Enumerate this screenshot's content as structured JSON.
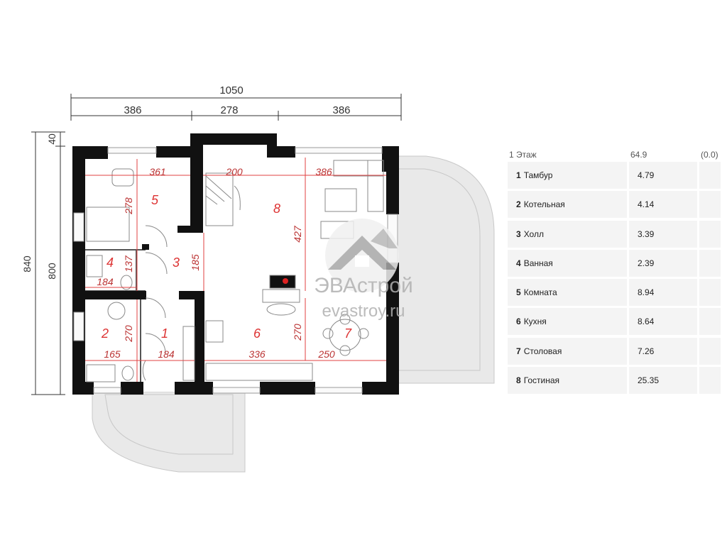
{
  "dimensions": {
    "overall_width": "1050",
    "left_width": "386",
    "middle_width": "278",
    "right_width": "386",
    "overall_depth": "840",
    "inner_depth": "800",
    "offset_top": "40"
  },
  "rooms": [
    {
      "num": "5",
      "dims": [
        "361",
        "278"
      ]
    },
    {
      "num": "4",
      "dims": [
        "137",
        "184"
      ]
    },
    {
      "num": "3",
      "dims": [
        "185"
      ]
    },
    {
      "num": "8",
      "dims": [
        "200",
        "386",
        "427"
      ]
    },
    {
      "num": "2",
      "dims": [
        "270",
        "165"
      ]
    },
    {
      "num": "1",
      "dims": [
        "184"
      ]
    },
    {
      "num": "6",
      "dims": [
        "336",
        "270"
      ]
    },
    {
      "num": "7",
      "dims": [
        "250"
      ]
    }
  ],
  "watermark": {
    "brand": "ЭВАстрой",
    "site": "evastroy.ru"
  },
  "legend": {
    "floor": "1 Этаж",
    "total": "64.9",
    "extra": "(0.0)",
    "items": [
      {
        "num": "1",
        "name": "Тамбур",
        "area": "4.79"
      },
      {
        "num": "2",
        "name": "Котельная",
        "area": "4.14"
      },
      {
        "num": "3",
        "name": "Холл",
        "area": "3.39"
      },
      {
        "num": "4",
        "name": "Ванная",
        "area": "2.39"
      },
      {
        "num": "5",
        "name": "Комната",
        "area": "8.94"
      },
      {
        "num": "6",
        "name": "Кухня",
        "area": "8.64"
      },
      {
        "num": "7",
        "name": "Столовая",
        "area": "7.26"
      },
      {
        "num": "8",
        "name": "Гостиная",
        "area": "25.35"
      }
    ]
  },
  "colors": {
    "wall": "#111111",
    "terrace": "#e8e8e8",
    "dimension_red": "#d33333",
    "legend_bg": "#f4f4f4"
  }
}
